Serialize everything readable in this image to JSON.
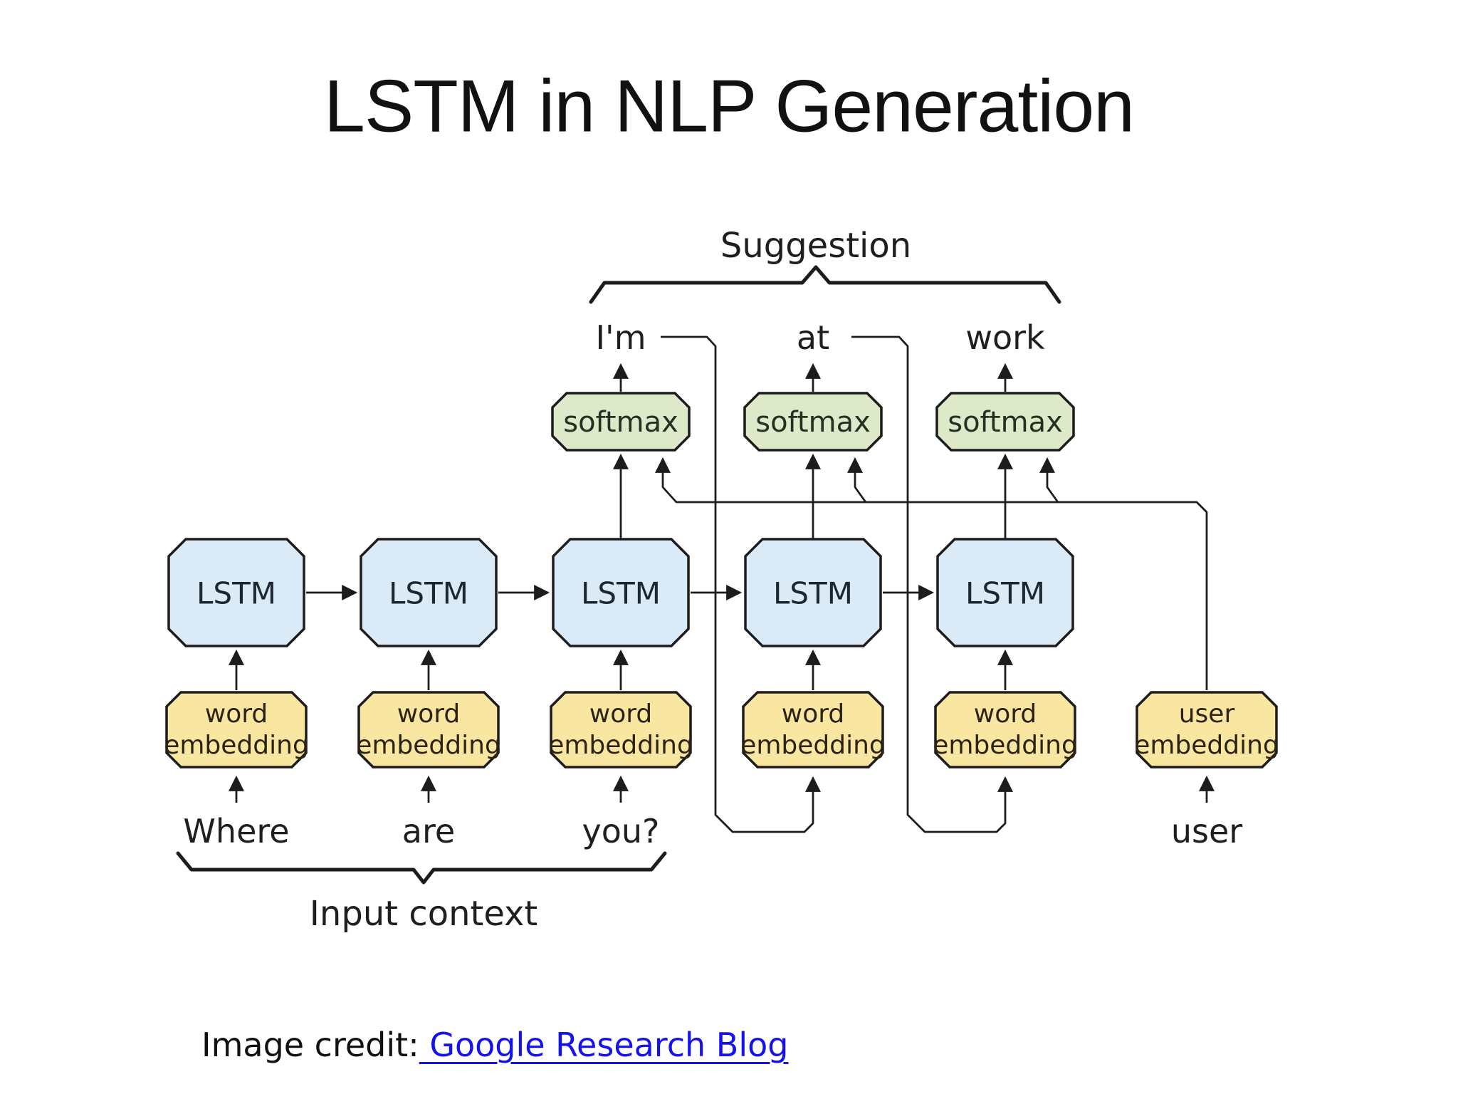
{
  "title": "LSTM in NLP Generation",
  "colors": {
    "lstm_fill": "#dbeaf7",
    "softmax_fill": "#dde9c8",
    "embed_fill": "#f9e6a1",
    "line": "#1c1c1c",
    "link_blue": "#1512ee"
  },
  "diagram": {
    "suggestion_label": "Suggestion",
    "output_words": [
      "I'm",
      "at",
      "work"
    ],
    "softmax_labels": [
      "softmax",
      "softmax",
      "softmax"
    ],
    "lstm_labels": [
      "LSTM",
      "LSTM",
      "LSTM",
      "LSTM",
      "LSTM"
    ],
    "embedding_line1": [
      "word",
      "word",
      "word",
      "word",
      "word",
      "user"
    ],
    "embedding_line2": [
      "embedding",
      "embedding",
      "embedding",
      "embedding",
      "embedding",
      "embedding"
    ],
    "input_words": [
      "Where",
      "are",
      "you?"
    ],
    "user_input_word": "user",
    "input_context_label": "Input context"
  },
  "credit": {
    "prefix": "Image credit:",
    "link_text": " Google Research Blog"
  }
}
